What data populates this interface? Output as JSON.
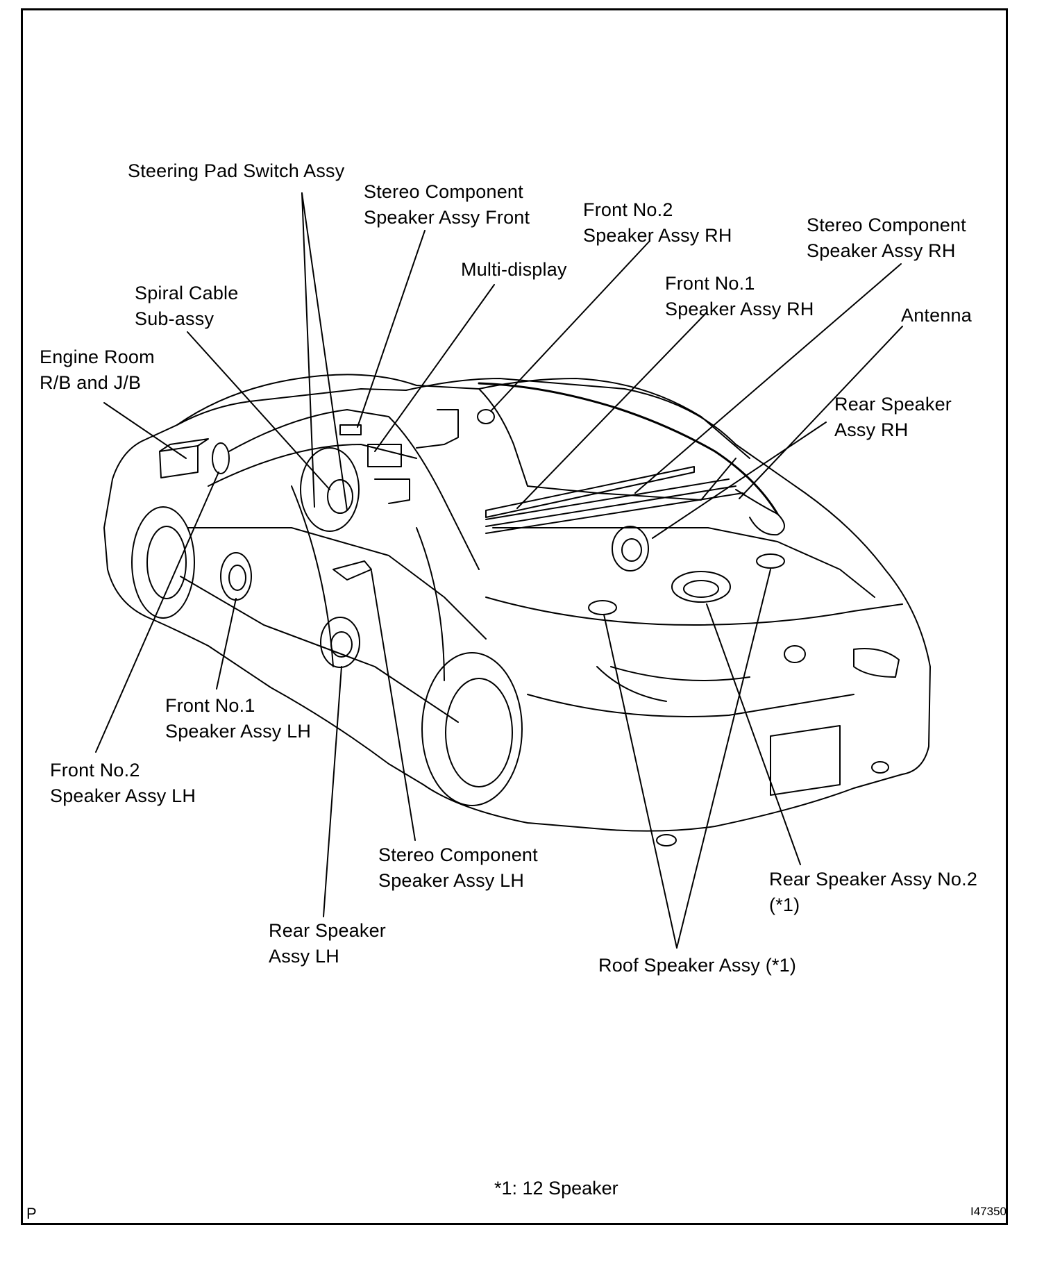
{
  "labels": {
    "steering_pad": [
      "Steering Pad Switch Assy"
    ],
    "stereo_front": [
      "Stereo   Component",
      "Speaker Assy Front"
    ],
    "front_no2_rh": [
      "Front No.2",
      "Speaker Assy RH"
    ],
    "stereo_rh": [
      "Stereo   Component",
      "Speaker Assy RH"
    ],
    "multi_display": [
      "Multi-display"
    ],
    "spiral_cable": [
      "Spiral Cable",
      "Sub-assy"
    ],
    "front_no1_rh": [
      "Front No.1",
      "Speaker Assy RH"
    ],
    "antenna": [
      "Antenna"
    ],
    "engine_room": [
      "Engine Room",
      "R/B and J/B"
    ],
    "rear_speaker_rh": [
      "Rear   Speaker",
      "Assy RH"
    ],
    "front_no1_lh": [
      "Front No.1",
      "Speaker Assy LH"
    ],
    "front_no2_lh": [
      "Front No.2",
      "Speaker Assy LH"
    ],
    "stereo_lh": [
      "Stereo   Component",
      "Speaker Assy LH"
    ],
    "rear_speaker_no2": [
      "Rear Speaker Assy No.2",
      "(*1)"
    ],
    "rear_speaker_lh": [
      "Rear   Speaker",
      "Assy LH"
    ],
    "roof_speaker": [
      "Roof Speaker Assy (*1)"
    ]
  },
  "footnote": "*1: 12 Speaker",
  "corner_left": "P",
  "corner_right": "I47350"
}
